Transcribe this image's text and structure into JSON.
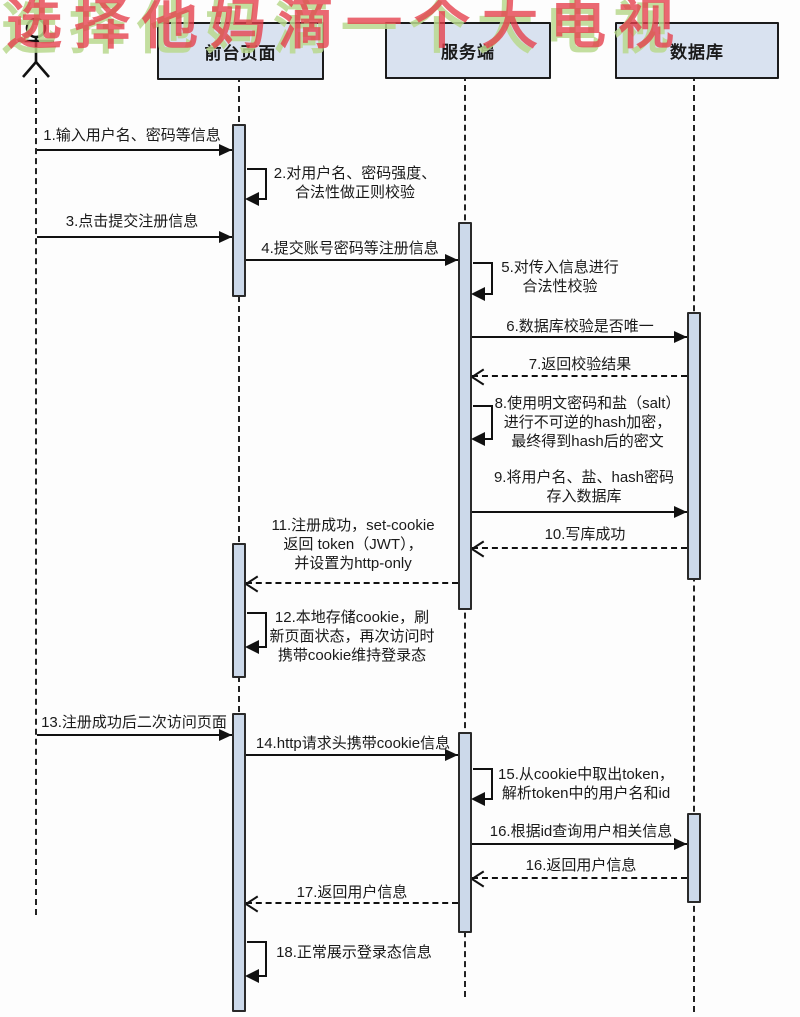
{
  "watermark": "选择他妈滴一个大电视",
  "colors": {
    "box_fill": "#d9e2f0",
    "bar_fill": "#ccd9ea",
    "line": "#111111",
    "watermark_red": "#e43e4a",
    "watermark_green": "#b8d88e",
    "background": "#fdfdfd"
  },
  "actors": [
    {
      "id": "user",
      "label": "",
      "icon": "stick-figure"
    },
    {
      "id": "frontend",
      "label": "前台页面"
    },
    {
      "id": "server",
      "label": "服务端"
    },
    {
      "id": "database",
      "label": "数据库"
    }
  ],
  "messages": [
    {
      "num": "1",
      "label": "1.输入用户名、密码等信息",
      "from": "user",
      "to": "frontend",
      "type": "solid"
    },
    {
      "num": "2",
      "label": "2.对用户名、密码强度、\n合法性做正则校验",
      "from": "frontend",
      "to": "frontend",
      "type": "self"
    },
    {
      "num": "3",
      "label": "3.点击提交注册信息",
      "from": "user",
      "to": "frontend",
      "type": "solid"
    },
    {
      "num": "4",
      "label": "4.提交账号密码等注册信息",
      "from": "frontend",
      "to": "server",
      "type": "solid"
    },
    {
      "num": "5",
      "label": "5.对传入信息进行\n合法性校验",
      "from": "server",
      "to": "server",
      "type": "self"
    },
    {
      "num": "6",
      "label": "6.数据库校验是否唯一",
      "from": "server",
      "to": "database",
      "type": "solid"
    },
    {
      "num": "7",
      "label": "7.返回校验结果",
      "from": "database",
      "to": "server",
      "type": "dashed"
    },
    {
      "num": "8",
      "label": "8.使用明文密码和盐（salt）\n进行不可逆的hash加密，\n最终得到hash后的密文",
      "from": "server",
      "to": "server",
      "type": "self"
    },
    {
      "num": "9",
      "label": "9.将用户名、盐、hash密码\n存入数据库",
      "from": "server",
      "to": "database",
      "type": "solid"
    },
    {
      "num": "10",
      "label": "10.写库成功",
      "from": "database",
      "to": "server",
      "type": "dashed"
    },
    {
      "num": "11",
      "label": "11.注册成功，set-cookie\n返回 token（JWT），\n并设置为http-only",
      "from": "server",
      "to": "frontend",
      "type": "dashed"
    },
    {
      "num": "12",
      "label": "12.本地存储cookie，刷\n新页面状态，再次访问时\n携带cookie维持登录态",
      "from": "frontend",
      "to": "frontend",
      "type": "self"
    },
    {
      "num": "13",
      "label": "13.注册成功后二次访问页面",
      "from": "user",
      "to": "frontend",
      "type": "solid"
    },
    {
      "num": "14",
      "label": "14.http请求头携带cookie信息",
      "from": "frontend",
      "to": "server",
      "type": "solid"
    },
    {
      "num": "15",
      "label": "15.从cookie中取出token，\n解析token中的用户名和id",
      "from": "server",
      "to": "server",
      "type": "self"
    },
    {
      "num": "16",
      "label": "16.根据id查询用户相关信息",
      "from": "server",
      "to": "database",
      "type": "solid"
    },
    {
      "num": "16b",
      "label": "16.返回用户信息",
      "from": "database",
      "to": "server",
      "type": "dashed"
    },
    {
      "num": "17",
      "label": "17.返回用户信息",
      "from": "server",
      "to": "frontend",
      "type": "dashed"
    },
    {
      "num": "18",
      "label": "18.正常展示登录态信息",
      "from": "frontend",
      "to": "frontend",
      "type": "self"
    }
  ]
}
